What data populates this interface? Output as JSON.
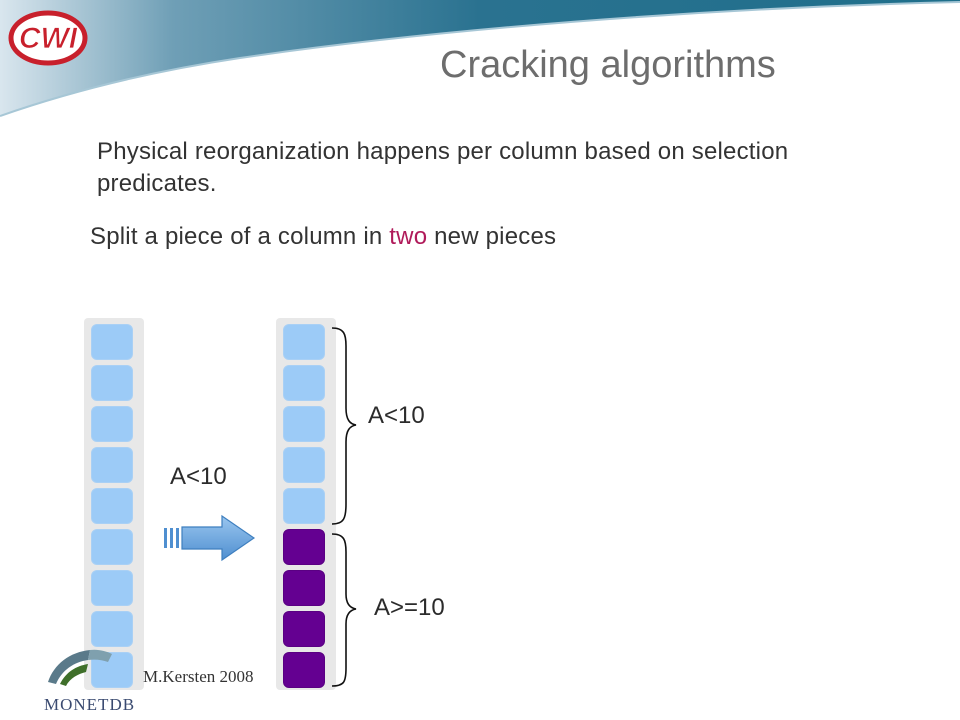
{
  "slide": {
    "title": "Cracking algorithms",
    "paragraph1": "Physical reorganization happens per column based on selection predicates.",
    "paragraph2_before": "Split a piece of a column in ",
    "paragraph2_highlight": "two",
    "paragraph2_after": " new pieces",
    "arrow_label": "A<10",
    "upper_brace_label": "A<10",
    "lower_brace_label": "A>=10",
    "footer": "M.Kersten 2008",
    "logo_text": "CWI",
    "bottom_logo_text": "MONETDB"
  },
  "colors": {
    "header_teal": "#1f6f8b",
    "light_cell": "#9ccbf7",
    "dark_cell": "#640091",
    "highlight": "#b01a5a",
    "logo_red": "#c8202c"
  },
  "diagram": {
    "left_column_cells": [
      "light",
      "light",
      "light",
      "light",
      "light",
      "light",
      "light",
      "light",
      "light"
    ],
    "right_column_cells": [
      "light",
      "light",
      "light",
      "light",
      "light",
      "dark",
      "dark",
      "dark",
      "dark"
    ]
  }
}
